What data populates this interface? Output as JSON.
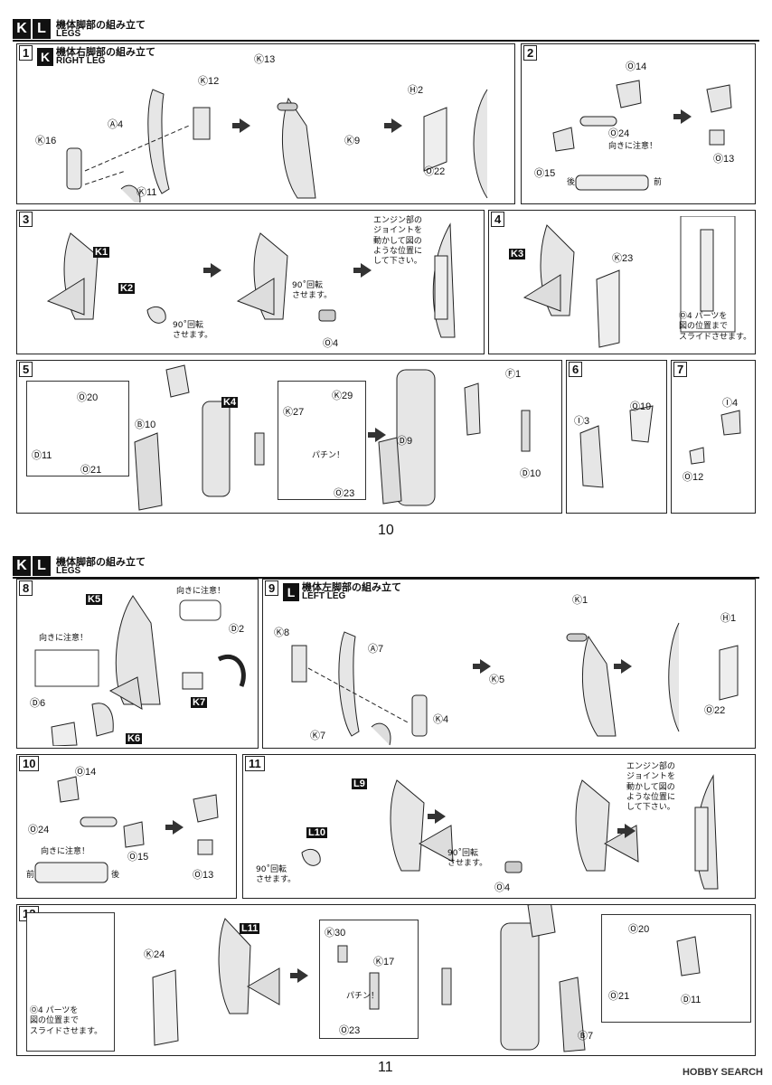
{
  "top": {
    "header": {
      "badge_k": "K",
      "badge_l": "L",
      "title_jp": "機体脚部の組み立て",
      "title_en": "LEGS"
    },
    "step1": {
      "no": "1",
      "badge": "K",
      "title_jp": "機体右脚部の組み立て",
      "title_en": "RIGHT LEG",
      "labels": [
        "Ⓚ12",
        "Ⓐ4",
        "Ⓚ16",
        "Ⓚ11",
        "Ⓚ13",
        "Ⓚ9",
        "Ⓗ2",
        "Ⓞ22"
      ]
    },
    "step2": {
      "no": "2",
      "labels": [
        "Ⓞ14",
        "Ⓞ24",
        "Ⓞ15",
        "Ⓞ13"
      ],
      "caution": "向きに注意！",
      "back": "後",
      "front": "前"
    },
    "step3": {
      "no": "3",
      "tag1": "K1",
      "tag2": "K2",
      "rotate1": "90˚回転\nさせます。",
      "rotate2": "90˚回転\nさせます。",
      "label": "Ⓞ4",
      "engine_note": "エンジン部の\nジョイントを\n動かして図の\nような位置に\nして下さい。"
    },
    "step4": {
      "no": "4",
      "tag": "K3",
      "label": "Ⓚ23",
      "slide_note": "Ⓞ4 パーツを\n図の位置まで\nスライドさせます。"
    },
    "step5": {
      "no": "5",
      "tag": "K4",
      "snap": "パチン！",
      "labels": [
        "Ⓞ20",
        "Ⓓ11",
        "Ⓞ21",
        "Ⓑ10",
        "Ⓚ27",
        "Ⓚ29",
        "Ⓞ23",
        "Ⓓ9",
        "Ⓕ1",
        "Ⓓ10"
      ]
    },
    "step6": {
      "no": "6",
      "labels": [
        "Ⓘ3",
        "Ⓞ19"
      ]
    },
    "step7": {
      "no": "7",
      "labels": [
        "Ⓘ4",
        "Ⓞ12"
      ]
    },
    "page_number": "10"
  },
  "bottom": {
    "header": {
      "badge_k": "K",
      "badge_l": "L",
      "title_jp": "機体脚部の組み立て",
      "title_en": "LEGS"
    },
    "step8": {
      "no": "8",
      "tag1": "K5",
      "tag2": "K7",
      "tag3": "K6",
      "caution1": "向きに注意！",
      "caution2": "向きに注意！",
      "labels": [
        "Ⓓ2",
        "Ⓓ6"
      ]
    },
    "step9": {
      "no": "9",
      "badge": "L",
      "title_jp": "機体左脚部の組み立て",
      "title_en": "LEFT LEG",
      "labels": [
        "Ⓚ8",
        "Ⓐ7",
        "Ⓚ4",
        "Ⓚ7",
        "Ⓚ1",
        "Ⓚ5",
        "Ⓗ1",
        "Ⓞ22"
      ]
    },
    "step10": {
      "no": "10",
      "labels": [
        "Ⓞ14",
        "Ⓞ24",
        "Ⓞ15",
        "Ⓞ13"
      ],
      "caution": "向きに注意！",
      "front": "前",
      "back": "後"
    },
    "step11": {
      "no": "11",
      "tag1": "L9",
      "tag2": "L10",
      "rotate1": "90˚回転\nさせます。",
      "rotate2": "90˚回転\nさせます。",
      "label": "Ⓞ4",
      "engine_note": "エンジン部の\nジョイントを\n動かして図の\nような位置に\nして下さい。"
    },
    "step12": {
      "no": "12",
      "tag": "L11",
      "label": "Ⓚ24",
      "slide_note": "Ⓞ4 パーツを\n図の位置まで\nスライドさせます。",
      "snap": "パチン！",
      "labels": [
        "Ⓚ30",
        "Ⓚ17",
        "Ⓞ23",
        "Ⓞ20",
        "Ⓞ21",
        "Ⓓ11",
        "Ⓑ7"
      ]
    },
    "page_number": "11"
  },
  "watermark": "HOBBY SEARCH"
}
